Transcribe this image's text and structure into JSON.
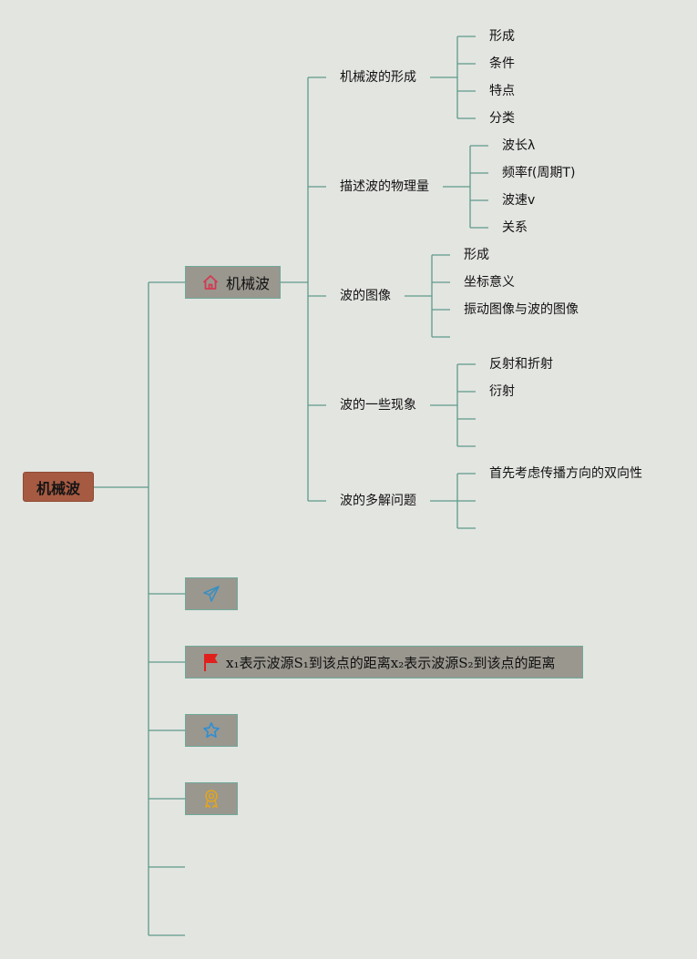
{
  "root": {
    "label": "机械波"
  },
  "main_branch": {
    "label": "机械波",
    "children": [
      {
        "label": "机械波的形成",
        "items": [
          "形成",
          "条件",
          "特点",
          "分类"
        ]
      },
      {
        "label": "描述波的物理量",
        "items": [
          "波长λ",
          "频率f(周期T)",
          "波速v",
          "关系"
        ]
      },
      {
        "label": "波的图像",
        "items": [
          "形成",
          "坐标意义",
          "振动图像与波的图像",
          ""
        ]
      },
      {
        "label": "波的一些现象",
        "items": [
          "反射和折射",
          "衍射",
          "",
          ""
        ]
      },
      {
        "label": "波的多解问题",
        "items": [
          "首先考虑传播方向的双向性",
          "",
          ""
        ]
      }
    ]
  },
  "icon_branches": [
    {
      "icon": "paper-plane-icon",
      "color": "#3a8fc0"
    },
    {
      "icon": "flag-icon",
      "color": "#e0201c",
      "label": "x₁表示波源S₁到该点的距离x₂表示波源S₂到该点的距离"
    },
    {
      "icon": "star-icon",
      "color": "#2b8fd6"
    },
    {
      "icon": "award-icon",
      "color": "#e2a51d"
    }
  ],
  "colors": {
    "line": "#5e9b8b",
    "root_fill": "#a65a42",
    "box_fill": "#9a978f",
    "background": "#e3e5e1"
  }
}
